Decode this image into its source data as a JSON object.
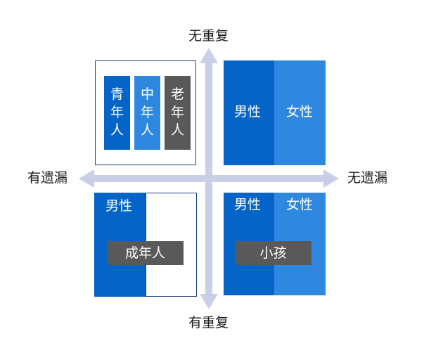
{
  "axes": {
    "top": "无重复",
    "bottom": "有重复",
    "left": "有遗漏",
    "right": "无遗漏"
  },
  "quadrants": {
    "top_left": {
      "columns": [
        {
          "chars": [
            "青",
            "年",
            "人"
          ]
        },
        {
          "chars": [
            "中",
            "年",
            "人"
          ]
        },
        {
          "chars": [
            "老",
            "年",
            "人"
          ]
        }
      ]
    },
    "top_right": {
      "left_label": "男性",
      "right_label": "女性"
    },
    "bottom_left": {
      "left_label": "男性",
      "tag": "成年人"
    },
    "bottom_right": {
      "left_label": "男性",
      "right_label": "女性",
      "tag": "小孩"
    }
  },
  "colors": {
    "dark_blue": "#0564c8",
    "light_blue": "#2f88e0",
    "gray": "#595959",
    "axis": "#c9cfe6",
    "border": "#1e3f7a"
  }
}
